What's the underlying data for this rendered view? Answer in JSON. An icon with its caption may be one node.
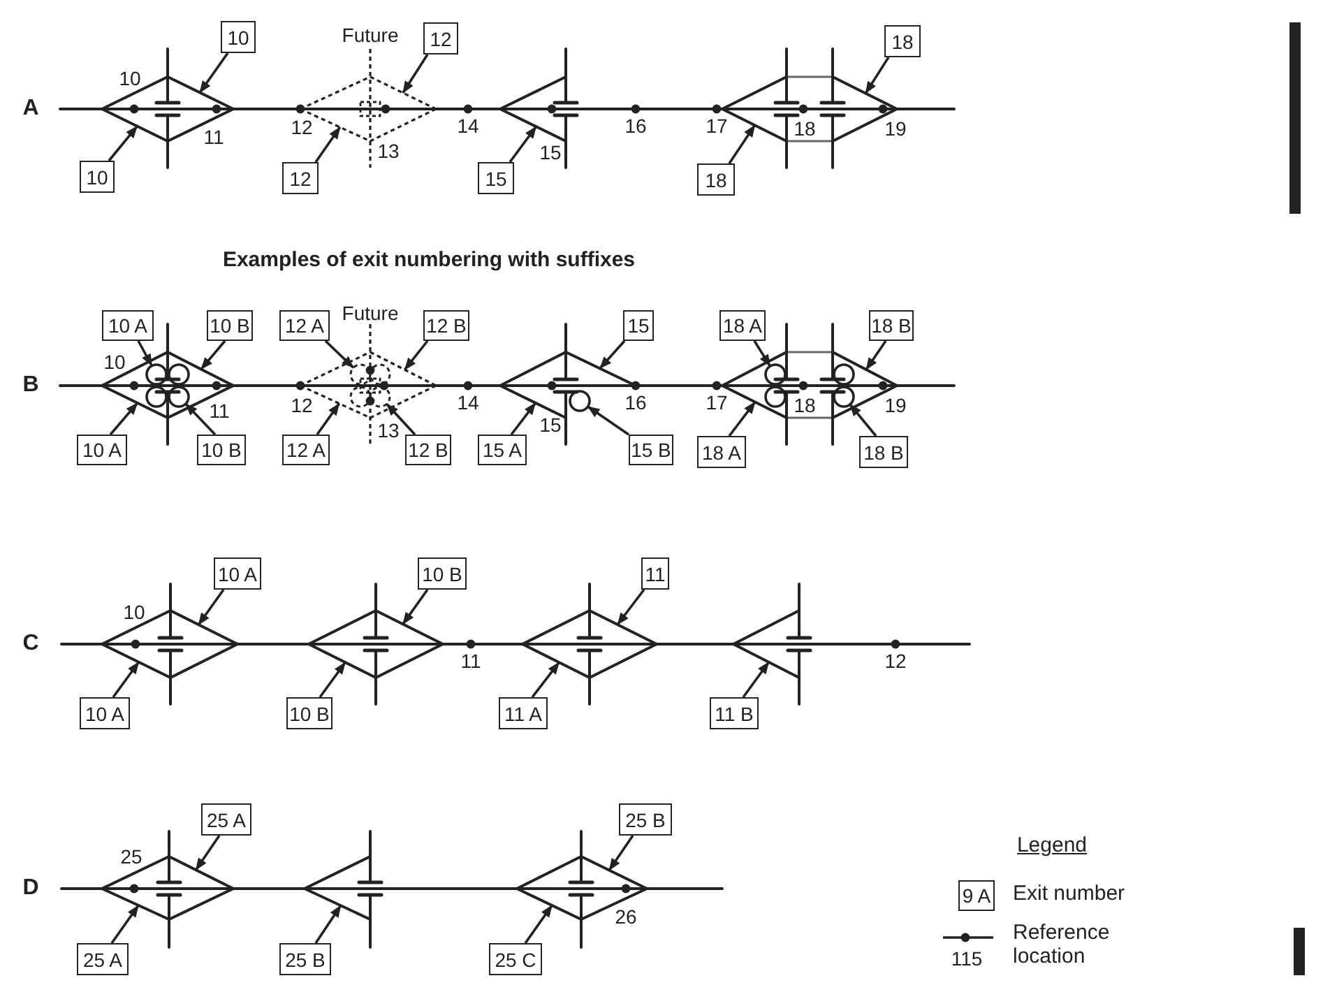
{
  "diagram": {
    "title": "Examples of exit numbering with suffixes",
    "nodes": [
      {
        "text": [
          "10"
        ]
      },
      {
        "text": [
          "10"
        ]
      },
      {
        "text": [
          "12"
        ]
      },
      {
        "text": [
          "12"
        ]
      },
      {
        "text": [
          "15"
        ]
      },
      {
        "text": [
          "18"
        ]
      },
      {
        "text": [
          "18"
        ]
      },
      {
        "text": [
          "10 A"
        ]
      },
      {
        "text": [
          "10 B"
        ]
      },
      {
        "text": [
          "10 A"
        ]
      },
      {
        "text": [
          "10 B"
        ]
      },
      {
        "text": [
          "12 A"
        ]
      },
      {
        "text": [
          "12 B"
        ]
      },
      {
        "text": [
          "12 A"
        ]
      },
      {
        "text": [
          "12 B"
        ]
      },
      {
        "text": [
          "15"
        ]
      },
      {
        "text": [
          "15 A"
        ]
      },
      {
        "text": [
          "15 B"
        ]
      },
      {
        "text": [
          "18 A"
        ]
      },
      {
        "text": [
          "18 B"
        ]
      },
      {
        "text": [
          "18 A"
        ]
      },
      {
        "text": [
          "18 B"
        ]
      },
      {
        "text": [
          "10 A"
        ]
      },
      {
        "text": [
          "10 A"
        ]
      },
      {
        "text": [
          "10 B"
        ]
      },
      {
        "text": [
          "10 B"
        ]
      },
      {
        "text": [
          "11"
        ]
      },
      {
        "text": [
          "11 A"
        ]
      },
      {
        "text": [
          "11 B"
        ]
      },
      {
        "text": [
          "25 A"
        ]
      },
      {
        "text": [
          "25 A"
        ]
      },
      {
        "text": [
          "25 B"
        ]
      },
      {
        "text": [
          "25 B"
        ]
      },
      {
        "text": [
          "25 C"
        ]
      },
      {
        "text": [
          "9 A"
        ]
      },
      {
        "text": [],
        "shape": "picture"
      },
      {
        "text": [],
        "shape": "picture"
      },
      {
        "text": [],
        "shape": "picture"
      },
      {
        "text": [],
        "shape": "picture"
      },
      {
        "text": [],
        "shape": "line",
        "in": 35
      },
      {
        "text": [],
        "shape": "line",
        "in": 35
      },
      {
        "text": [],
        "shape": "line",
        "in": 35
      },
      {
        "text": [],
        "shape": "line",
        "in": 35
      },
      {
        "text": [],
        "shape": "line",
        "in": 35
      },
      {
        "text": [],
        "shape": "line",
        "in": 35
      },
      {
        "text": [],
        "shape": "line",
        "in": 35
      },
      {
        "text": [],
        "shape": "circle",
        "in": 36
      },
      {
        "text": [],
        "shape": "line",
        "in": 36
      },
      {
        "text": [],
        "shape": "line",
        "in": 36
      },
      {
        "text": [],
        "shape": "circle",
        "in": 36
      },
      {
        "text": [],
        "shape": "circle",
        "in": 36
      },
      {
        "text": [],
        "shape": "line",
        "in": 36
      },
      {
        "text": [],
        "shape": "line",
        "in": 36
      },
      {
        "text": [],
        "shape": "circle",
        "in": 36
      },
      {
        "text": [],
        "shape": "line",
        "in": 36
      },
      {
        "text": [],
        "shape": "line",
        "in": 36
      },
      {
        "text": [],
        "shape": "circle",
        "in": 36
      },
      {
        "text": [],
        "shape": "circle",
        "in": 36
      },
      {
        "text": [],
        "shape": "line",
        "in": 36
      },
      {
        "text": [],
        "shape": "line",
        "in": 36
      },
      {
        "text": [],
        "shape": "circle",
        "in": 36
      },
      {
        "text": [],
        "shape": "line",
        "in": 37
      },
      {
        "text": [],
        "shape": "line",
        "in": 37
      },
      {
        "text": [],
        "shape": "line",
        "in": 37
      },
      {
        "text": [],
        "shape": "line",
        "in": 37
      },
      {
        "text": [],
        "shape": "line",
        "in": 37
      },
      {
        "text": [],
        "shape": "line",
        "in": 37
      },
      {
        "text": [],
        "shape": "line",
        "in": 37
      },
      {
        "text": [],
        "shape": "line",
        "in": 38
      },
      {
        "text": [],
        "shape": "line",
        "in": 38
      },
      {
        "text": [],
        "shape": "line",
        "in": 38
      },
      {
        "text": [],
        "shape": "line",
        "in": 38
      },
      {
        "text": [],
        "shape": "line",
        "in": 38
      }
    ],
    "edges": [
      {
        "from": 0,
        "to": 39,
        "arrow": "to"
      },
      {
        "from": 1,
        "to": 40,
        "arrow": "to"
      },
      {
        "from": 2,
        "to": 41,
        "arrow": "to"
      },
      {
        "from": 3,
        "to": 42,
        "arrow": "to"
      },
      {
        "from": 4,
        "to": 43,
        "arrow": "to"
      },
      {
        "from": 5,
        "to": 44,
        "arrow": "to"
      },
      {
        "from": 6,
        "to": 45,
        "arrow": "to"
      },
      {
        "from": 7,
        "to": 46,
        "arrow": "to"
      },
      {
        "from": 8,
        "to": 47,
        "arrow": "to"
      },
      {
        "from": 9,
        "to": 48,
        "arrow": "to"
      },
      {
        "from": 10,
        "to": 49,
        "arrow": "to"
      },
      {
        "from": 11,
        "to": 50,
        "arrow": "to"
      },
      {
        "from": 12,
        "to": 51,
        "arrow": "to"
      },
      {
        "from": 13,
        "to": 52,
        "arrow": "to"
      },
      {
        "from": 14,
        "to": 53,
        "arrow": "to"
      },
      {
        "from": 15,
        "to": 54,
        "arrow": "to"
      },
      {
        "from": 16,
        "to": 55,
        "arrow": "to"
      },
      {
        "from": 17,
        "to": 56,
        "arrow": "to"
      },
      {
        "from": 18,
        "to": 57,
        "arrow": "to"
      },
      {
        "from": 19,
        "to": 58,
        "arrow": "to"
      },
      {
        "from": 20,
        "to": 59,
        "arrow": "to"
      },
      {
        "from": 21,
        "to": 60,
        "arrow": "to"
      },
      {
        "from": 22,
        "to": 61,
        "arrow": "to"
      },
      {
        "from": 23,
        "to": 62,
        "arrow": "to"
      },
      {
        "from": 24,
        "to": 63,
        "arrow": "to"
      },
      {
        "from": 25,
        "to": 64,
        "arrow": "to"
      },
      {
        "from": 26,
        "to": 65,
        "arrow": "to"
      },
      {
        "from": 27,
        "to": 66,
        "arrow": "to"
      },
      {
        "from": 28,
        "to": 67,
        "arrow": "to"
      },
      {
        "from": 29,
        "to": 68,
        "arrow": "to"
      },
      {
        "from": 30,
        "to": 69,
        "arrow": "to"
      },
      {
        "from": 31,
        "to": 70,
        "arrow": "to"
      },
      {
        "from": 32,
        "to": 71,
        "arrow": "to"
      },
      {
        "from": 33,
        "to": 72,
        "arrow": "to"
      }
    ],
    "labels": [
      "A",
      "10",
      "11",
      "Future",
      "12",
      "13",
      "14",
      "15",
      "16",
      "17",
      "18",
      "19",
      "B",
      "10",
      "11",
      "Future",
      "12",
      "13",
      "14",
      "15",
      "16",
      "17",
      "18",
      "19",
      "C",
      "10",
      "11",
      "12",
      "D",
      "25",
      "26",
      "Legend",
      "115"
    ],
    "legend": [
      {
        "text": "Exit number"
      },
      {
        "text": "Reference location"
      }
    ]
  }
}
